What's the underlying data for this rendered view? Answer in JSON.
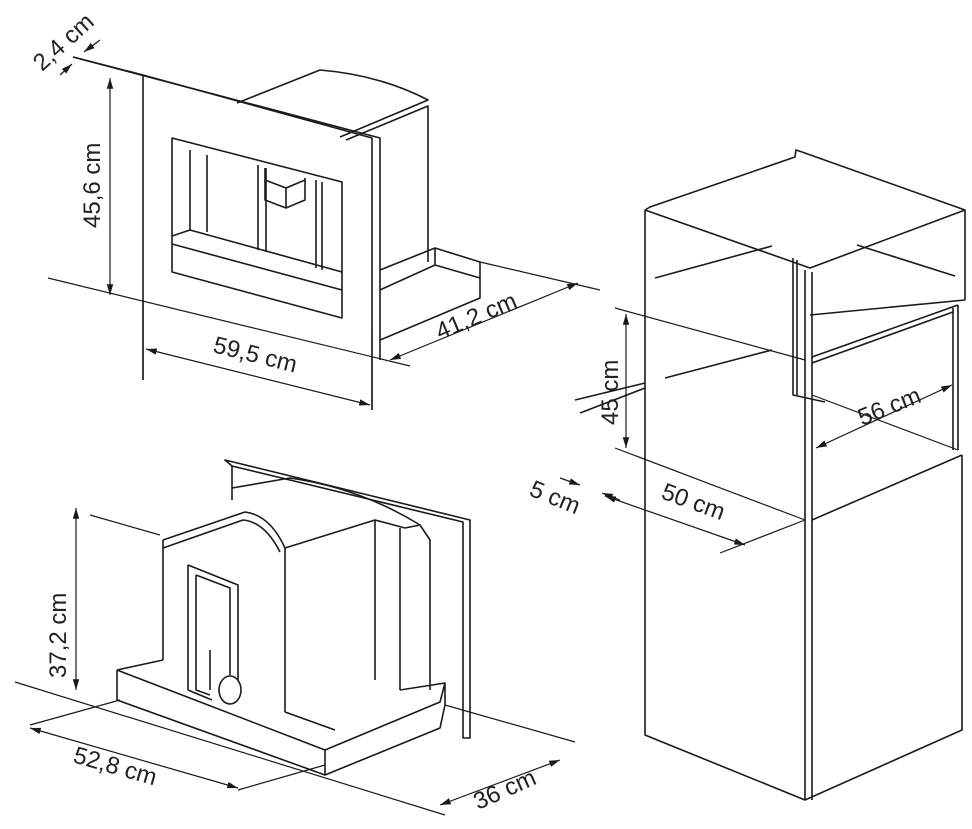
{
  "diagram": {
    "top_left": {
      "depth_panel": "2,4 cm",
      "height": "45,6 cm",
      "width": "59,5 cm",
      "depth": "41,2 cm"
    },
    "bottom_left": {
      "height": "37,2 cm",
      "width": "52,8 cm",
      "depth": "36 cm"
    },
    "right": {
      "niche_height": "45 cm",
      "niche_width": "56 cm",
      "niche_depth": "50 cm",
      "gap": "5 cm"
    }
  }
}
